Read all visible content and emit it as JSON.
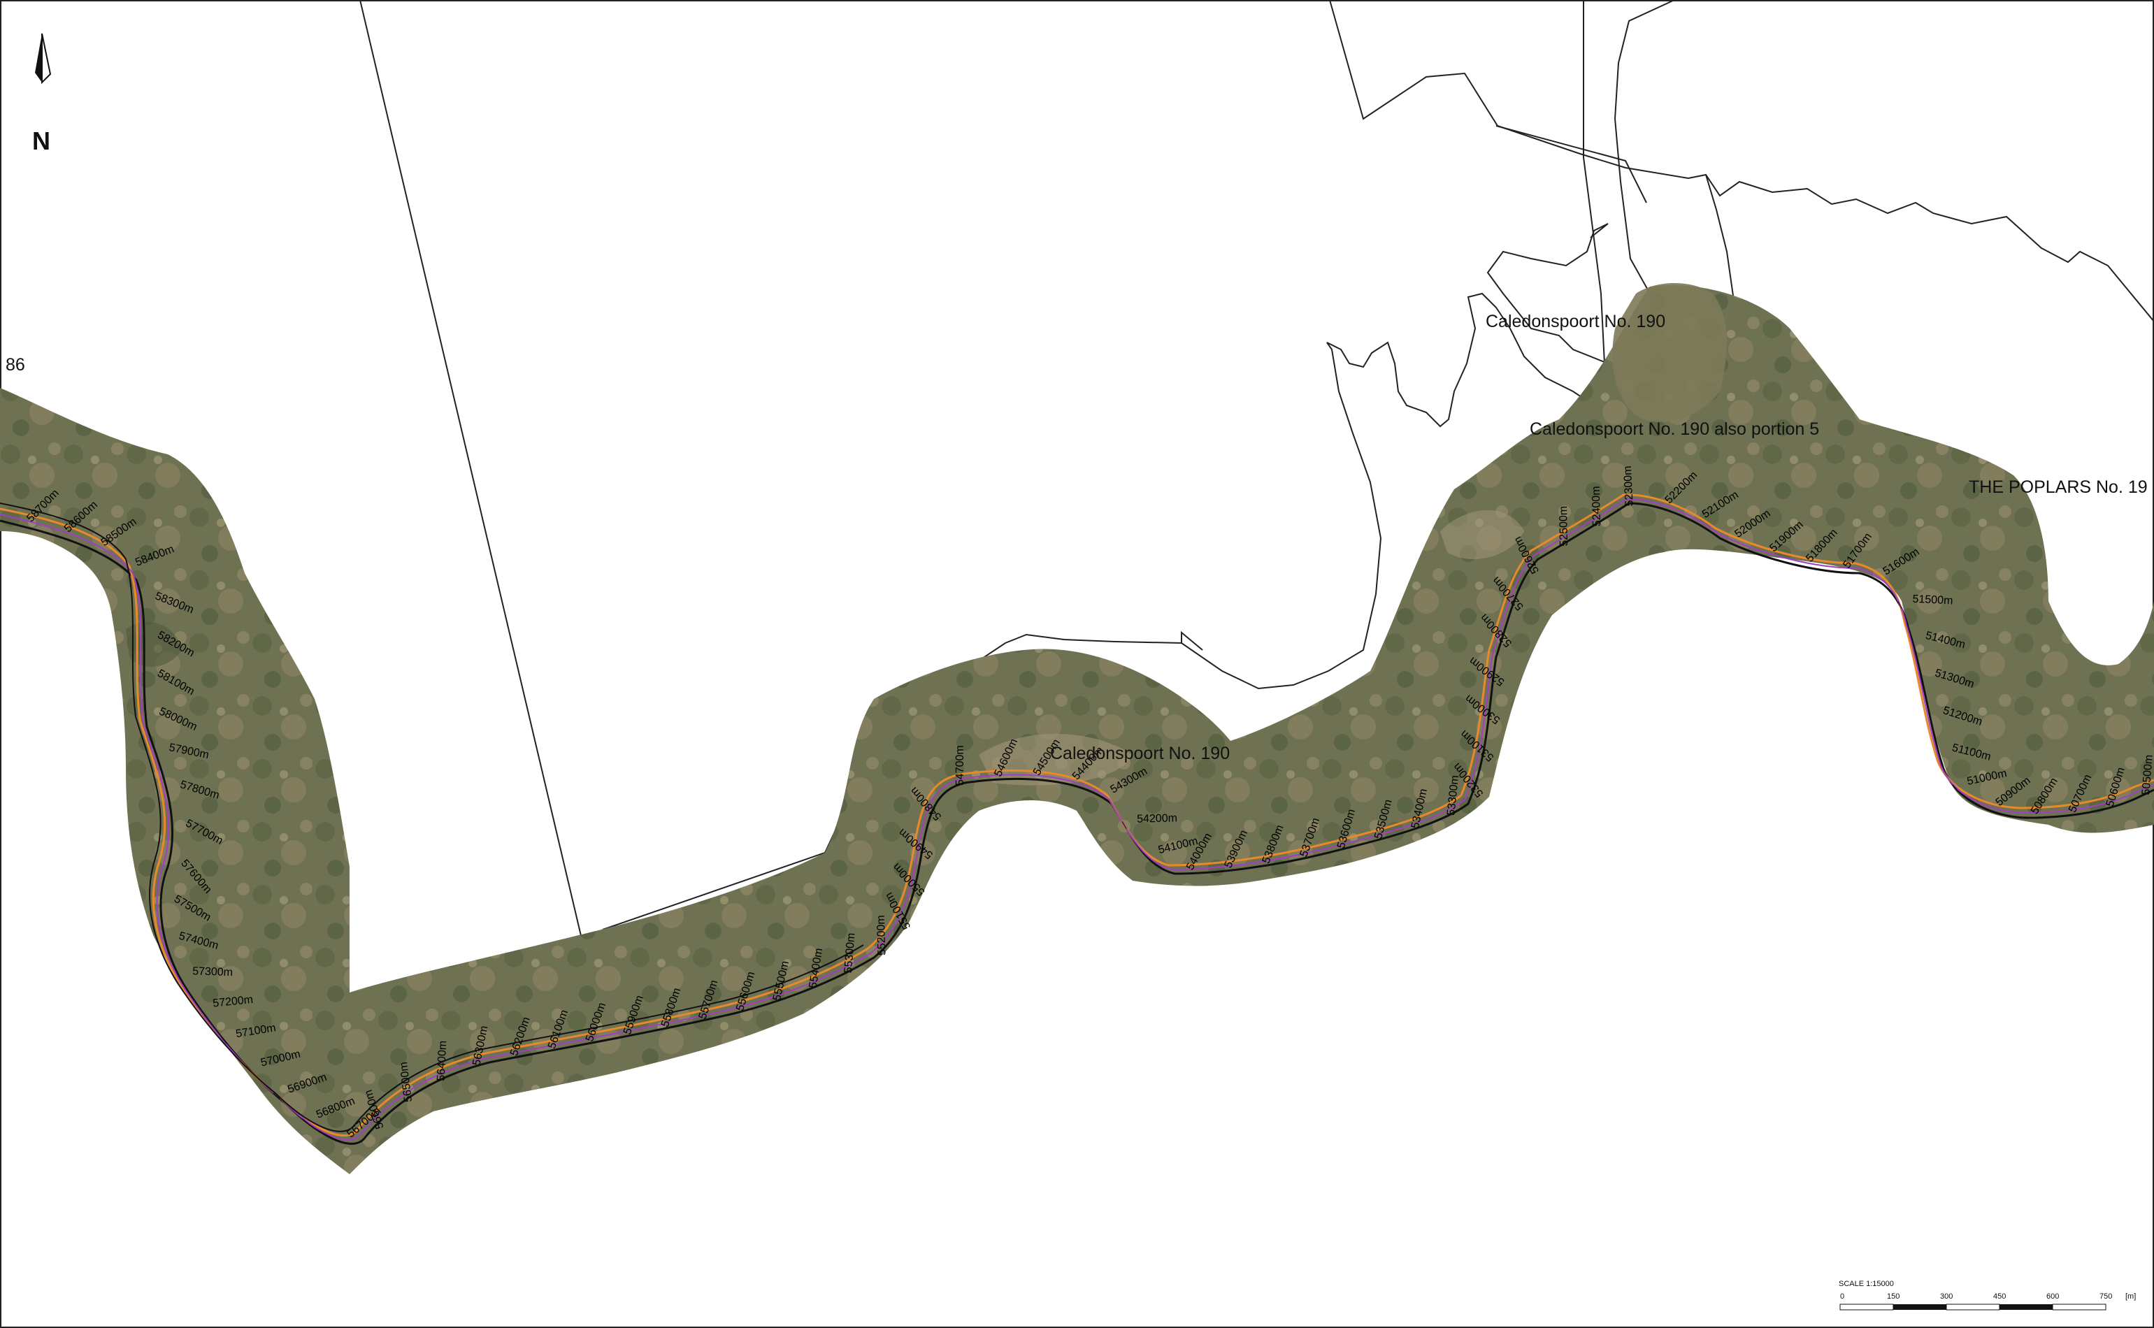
{
  "map": {
    "north_arrow": {
      "letter": "N"
    },
    "labels": {
      "farm_left_edge": "86",
      "caledonspoort_top": "Caledonspoort No. 190",
      "caledonspoort_portion5": "Caledonspoort No. 190 also portion 5",
      "the_poplars": "THE POPLARS No. 19",
      "caledonspoort_center": "Caledonspoort No. 190"
    },
    "chainages": [
      "58700m",
      "58600m",
      "58500m",
      "58400m",
      "58300m",
      "58200m",
      "58100m",
      "58000m",
      "57900m",
      "57800m",
      "57700m",
      "57600m",
      "57500m",
      "57400m",
      "57300m",
      "57200m",
      "57100m",
      "57000m",
      "56900m",
      "56800m",
      "56700m",
      "56600m",
      "56500m",
      "56400m",
      "56300m",
      "56200m",
      "56100m",
      "56000m",
      "55900m",
      "55800m",
      "55700m",
      "55600m",
      "55500m",
      "55400m",
      "55300m",
      "55200m",
      "55100m",
      "55000m",
      "54900m",
      "54800m",
      "54700m",
      "54600m",
      "54500m",
      "54400m",
      "54300m",
      "54200m",
      "54100m",
      "54000m",
      "53900m",
      "53800m",
      "53700m",
      "53600m",
      "53500m",
      "53400m",
      "53300m",
      "53200m",
      "53100m",
      "53000m",
      "52900m",
      "52800m",
      "52700m",
      "52600m",
      "52500m",
      "52400m",
      "52300m",
      "52200m",
      "52100m",
      "52000m",
      "51900m",
      "51800m",
      "51700m",
      "51600m",
      "51500m",
      "51400m",
      "51300m",
      "51200m",
      "51100m",
      "51000m",
      "50900m",
      "50800m",
      "50700m",
      "50600m",
      "50500m"
    ],
    "scale_bar": {
      "title": "SCALE 1:15000",
      "ticks": [
        "0",
        "150",
        "300",
        "450",
        "600",
        "750"
      ],
      "unit": "[m]"
    },
    "colors": {
      "imagery_dark": "#5b6647",
      "imagery_mid": "#7d7b5b",
      "imagery_light": "#9a8d6c",
      "route_orange": "#e88a2a",
      "route_purple": "#a040c0",
      "route_black": "#111111",
      "boundary": "#222222"
    }
  }
}
